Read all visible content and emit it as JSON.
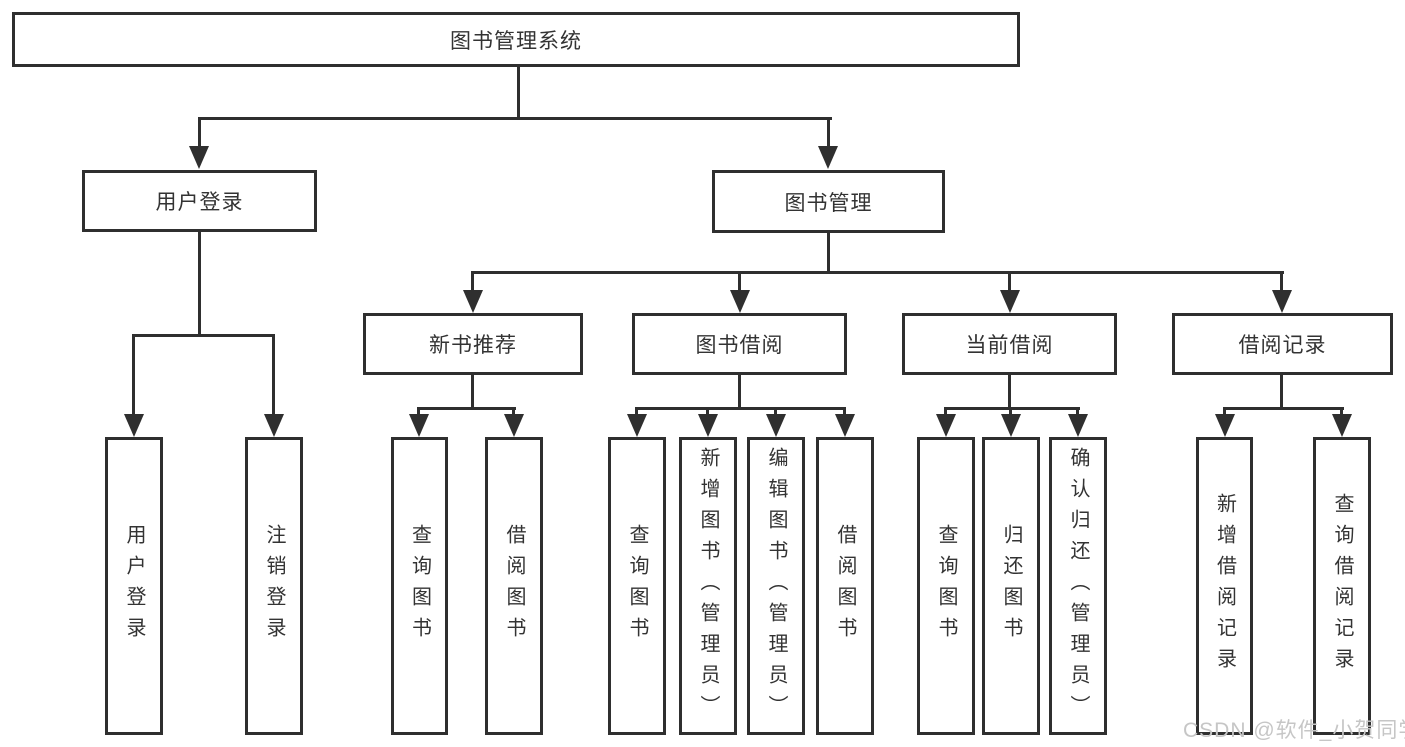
{
  "diagram": {
    "type": "tree-diagram",
    "root": {
      "label": "图书管理系统"
    },
    "branches": [
      {
        "label": "用户登录",
        "children": [
          {
            "label": "用户登录"
          },
          {
            "label": "注销登录"
          }
        ]
      },
      {
        "label": "图书管理",
        "children": [
          {
            "label": "新书推荐",
            "children": [
              {
                "label": "查询图书"
              },
              {
                "label": "借阅图书"
              }
            ]
          },
          {
            "label": "图书借阅",
            "children": [
              {
                "label": "查询图书"
              },
              {
                "label": "新增图书（管理员）"
              },
              {
                "label": "编辑图书（管理员）"
              },
              {
                "label": "借阅图书"
              }
            ]
          },
          {
            "label": "当前借阅",
            "children": [
              {
                "label": "查询图书"
              },
              {
                "label": "归还图书"
              },
              {
                "label": "确认归还（管理员）"
              }
            ]
          },
          {
            "label": "借阅记录",
            "children": [
              {
                "label": "新增借阅记录"
              },
              {
                "label": "查询借阅记录"
              }
            ]
          }
        ]
      }
    ]
  },
  "watermark": {
    "text": "CSDN @软件_小贺同学"
  },
  "colors": {
    "line": "#2f2f2f",
    "box_border": "#2f2f2f",
    "text": "#333333",
    "watermark_text": "#c6c6c6",
    "background": "#ffffff"
  }
}
